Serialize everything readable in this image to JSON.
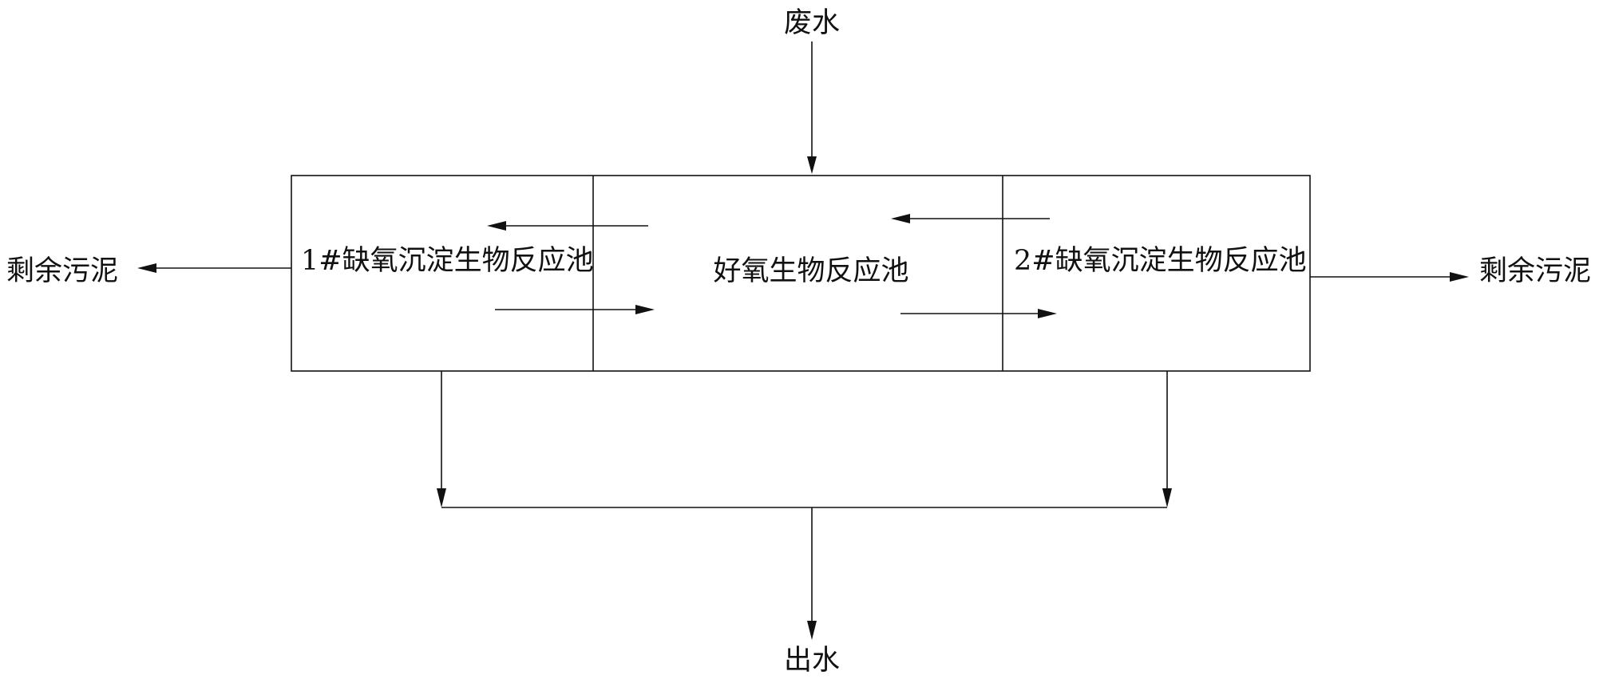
{
  "diagram": {
    "inflow_label": "废水",
    "outflow_label": "出水",
    "sludge_left_label": "剩余污泥",
    "sludge_right_label": "剩余污泥",
    "tank1_label": "1#缺氧沉淀生物反应池",
    "tank_aerobic_label": "好氧生物反应池",
    "tank2_label": "2#缺氧沉淀生物反应池"
  }
}
